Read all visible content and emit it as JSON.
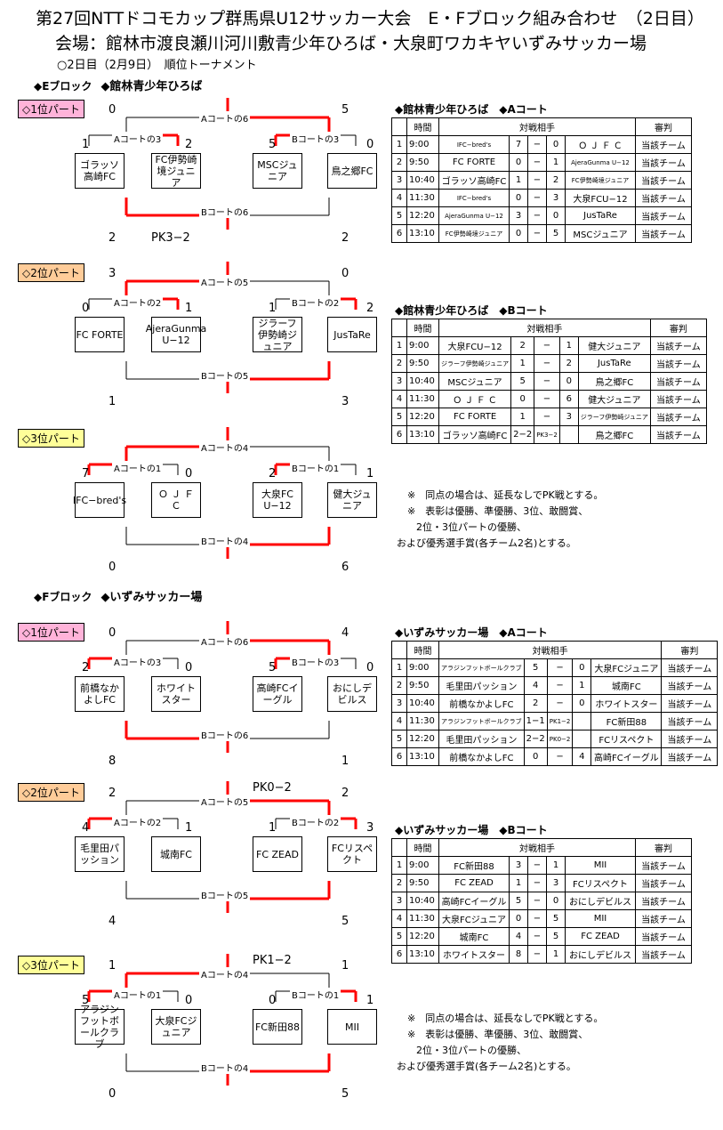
{
  "header": {
    "title": "第27回NTTドコモカップ群馬県U12サッカー大会　E・Fブロック組み合わせ　（2日目）",
    "venue": "会場：館林市渡良瀬川河川敷青少年ひろば・大泉町ワカキヤいずみサッカー場",
    "round": "○2日目（2月9日）　順位トーナメント"
  },
  "blocks": [
    {
      "title": "◆Eブロック",
      "place": "◆館林青少年ひろば",
      "parts": [
        {
          "label": "◇1位パート",
          "color": "pink",
          "top_left": "0",
          "top_right": "5",
          "a_left": "Aコートの3",
          "a_right": "Bコートの3",
          "a6": "Aコートの6",
          "b6": "Bコートの6",
          "teams": [
            "ゴラッソ高崎FC",
            "FC伊勢崎境ジュニア",
            "MSCジュニア",
            "鳥之郷FC"
          ],
          "s": [
            "1",
            "2",
            "5",
            "0"
          ],
          "bot_left": "2",
          "bot_right": "2",
          "pk": "PK3−2"
        },
        {
          "label": "◇2位パート",
          "color": "orange",
          "top_left": "3",
          "top_right": "0",
          "a_left": "Aコートの2",
          "a_right": "Bコートの2",
          "a6": "Aコートの5",
          "b6": "Bコートの5",
          "teams": [
            "FC FORTE",
            "AjeraGunma U−12",
            "ジラーフ伊勢崎ジュニア",
            "JusTaRe"
          ],
          "s": [
            "0",
            "1",
            "1",
            "2"
          ],
          "bot_left": "1",
          "bot_right": "3",
          "pk": ""
        },
        {
          "label": "◇3位パート",
          "color": "yellow",
          "top_left": "",
          "top_right": "",
          "a_left": "Aコートの1",
          "a_right": "Bコートの1",
          "a6": "Aコートの4",
          "b6": "Bコートの4",
          "teams": [
            "IFC−bred's",
            "Ｏ Ｊ Ｆ Ｃ",
            "大泉FC U−12",
            "健大ジュニア"
          ],
          "s": [
            "7",
            "0",
            "2",
            "1"
          ],
          "bot_left": "0",
          "bot_right": "6",
          "pk": ""
        }
      ],
      "tables": [
        {
          "title": "◆館林青少年ひろば　◆Aコート",
          "h_time": "時間",
          "h_match": "対戦相手",
          "h_ref": "審判",
          "rows": [
            [
              "1",
              "9:00",
              "IFC−bred's",
              "7",
              "−",
              "0",
              "Ｏ Ｊ Ｆ Ｃ",
              "当該チーム"
            ],
            [
              "2",
              "9:50",
              "FC FORTE",
              "0",
              "−",
              "1",
              "AjeraGunma U−12",
              "当該チーム"
            ],
            [
              "3",
              "10:40",
              "ゴラッソ高崎FC",
              "1",
              "−",
              "2",
              "FC伊勢崎境ジュニア",
              "当該チーム"
            ],
            [
              "4",
              "11:30",
              "IFC−bred's",
              "0",
              "−",
              "3",
              "大泉FCU−12",
              "当該チーム"
            ],
            [
              "5",
              "12:20",
              "AjeraGunma U−12",
              "3",
              "−",
              "0",
              "JusTaRe",
              "当該チーム"
            ],
            [
              "6",
              "13:10",
              "FC伊勢崎境ジュニア",
              "0",
              "−",
              "5",
              "MSCジュニア",
              "当該チーム"
            ]
          ]
        },
        {
          "title": "◆館林青少年ひろば　◆Bコート",
          "h_time": "時間",
          "h_match": "対戦相手",
          "h_ref": "審判",
          "rows": [
            [
              "1",
              "9:00",
              "大泉FCU−12",
              "2",
              "−",
              "1",
              "健大ジュニア",
              "当該チーム"
            ],
            [
              "2",
              "9:50",
              "ジラーフ伊勢崎ジュニア",
              "1",
              "−",
              "2",
              "JusTaRe",
              "当該チーム"
            ],
            [
              "3",
              "10:40",
              "MSCジュニア",
              "5",
              "−",
              "0",
              "鳥之郷FC",
              "当該チーム"
            ],
            [
              "4",
              "11:30",
              "Ｏ Ｊ Ｆ Ｃ",
              "0",
              "−",
              "6",
              "健大ジュニア",
              "当該チーム"
            ],
            [
              "5",
              "12:20",
              "FC FORTE",
              "1",
              "−",
              "3",
              "ジラーフ伊勢崎ジュニア",
              "当該チーム"
            ],
            [
              "6",
              "13:10",
              "ゴラッソ高崎FC",
              "2−2",
              "PK3−2",
              "",
              "鳥之郷FC",
              "当該チーム"
            ]
          ]
        }
      ],
      "notes": [
        "※　同点の場合は、延長なしでPK戦とする。",
        "※　表彰は優勝、準優勝、3位、敢闘賞、",
        "2位・3位パートの優勝、",
        "および優秀選手賞(各チーム2名)とする。"
      ]
    },
    {
      "title": "◆Fブロック",
      "place": "◆いずみサッカー場",
      "parts": [
        {
          "label": "◇1位パート",
          "color": "pink",
          "top_left": "0",
          "top_right": "4",
          "a_left": "Aコートの3",
          "a_right": "Bコートの3",
          "a6": "Aコートの6",
          "b6": "Bコートの6",
          "teams": [
            "前橋なかよしFC",
            "ホワイトスター",
            "高崎FCイーグル",
            "おにしデビルス"
          ],
          "s": [
            "2",
            "0",
            "5",
            "0"
          ],
          "bot_left": "8",
          "bot_right": "1",
          "pk": ""
        },
        {
          "label": "◇2位パート",
          "color": "orange",
          "top_left": "2",
          "top_right": "2",
          "a_left": "Aコートの2",
          "a_right": "Bコートの2",
          "a6": "Aコートの5",
          "b6": "Bコートの5",
          "teams": [
            "毛里田パッション",
            "城南FC",
            "FC ZEAD",
            "FCリスペクト"
          ],
          "s": [
            "4",
            "1",
            "1",
            "3"
          ],
          "bot_left": "4",
          "bot_right": "5",
          "pk": "PK0−2"
        },
        {
          "label": "◇3位パート",
          "color": "yellow",
          "top_left": "1",
          "top_right": "1",
          "a_left": "Aコートの1",
          "a_right": "Bコートの1",
          "a6": "Aコートの4",
          "b6": "Bコートの4",
          "teams": [
            "アラジンフットボールクラブ",
            "大泉FCジュニア",
            "FC新田88",
            "MII"
          ],
          "s": [
            "5",
            "0",
            "0",
            "1"
          ],
          "bot_left": "0",
          "bot_right": "5",
          "pk": "PK1−2"
        }
      ],
      "tables": [
        {
          "title": "◆いずみサッカー場　◆Aコート",
          "h_time": "時間",
          "h_match": "対戦相手",
          "h_ref": "審判",
          "rows": [
            [
              "1",
              "9:00",
              "アラジンフットボールクラブ",
              "5",
              "−",
              "0",
              "大泉FCジュニア",
              "当該チーム"
            ],
            [
              "2",
              "9:50",
              "毛里田パッション",
              "4",
              "−",
              "1",
              "城南FC",
              "当該チーム"
            ],
            [
              "3",
              "10:40",
              "前橋なかよしFC",
              "2",
              "−",
              "0",
              "ホワイトスター",
              "当該チーム"
            ],
            [
              "4",
              "11:30",
              "アラジンフットボールクラブ",
              "1−1",
              "PK1−2",
              "",
              "FC新田88",
              "当該チーム"
            ],
            [
              "5",
              "12:20",
              "毛里田パッション",
              "2−2",
              "PK0−2",
              "",
              "FCリスペクト",
              "当該チーム"
            ],
            [
              "6",
              "13:10",
              "前橋なかよしFC",
              "0",
              "−",
              "4",
              "高崎FCイーグル",
              "当該チーム"
            ]
          ]
        },
        {
          "title": "◆いずみサッカー場　◆Bコート",
          "h_time": "時間",
          "h_match": "対戦相手",
          "h_ref": "審判",
          "rows": [
            [
              "1",
              "9:00",
              "FC新田88",
              "3",
              "−",
              "1",
              "MII",
              "当該チーム"
            ],
            [
              "2",
              "9:50",
              "FC ZEAD",
              "1",
              "−",
              "3",
              "FCリスペクト",
              "当該チーム"
            ],
            [
              "3",
              "10:40",
              "高崎FCイーグル",
              "5",
              "−",
              "0",
              "おにしデビルス",
              "当該チーム"
            ],
            [
              "4",
              "11:30",
              "大泉FCジュニア",
              "0",
              "−",
              "5",
              "MII",
              "当該チーム"
            ],
            [
              "5",
              "12:20",
              "城南FC",
              "4",
              "−",
              "5",
              "FC ZEAD",
              "当該チーム"
            ],
            [
              "6",
              "13:10",
              "ホワイトスター",
              "8",
              "−",
              "1",
              "おにしデビルス",
              "当該チーム"
            ]
          ]
        }
      ],
      "notes": [
        "※　同点の場合は、延長なしでPK戦とする。",
        "※　表彰は優勝、準優勝、3位、敢闘賞、",
        "2位・3位パートの優勝、",
        "および優秀選手賞(各チーム2名)とする。"
      ]
    }
  ],
  "colors": {
    "winner_line": "#ff0000",
    "pink": "#ffb3d9",
    "orange": "#ffcc99",
    "yellow": "#ffff99"
  }
}
